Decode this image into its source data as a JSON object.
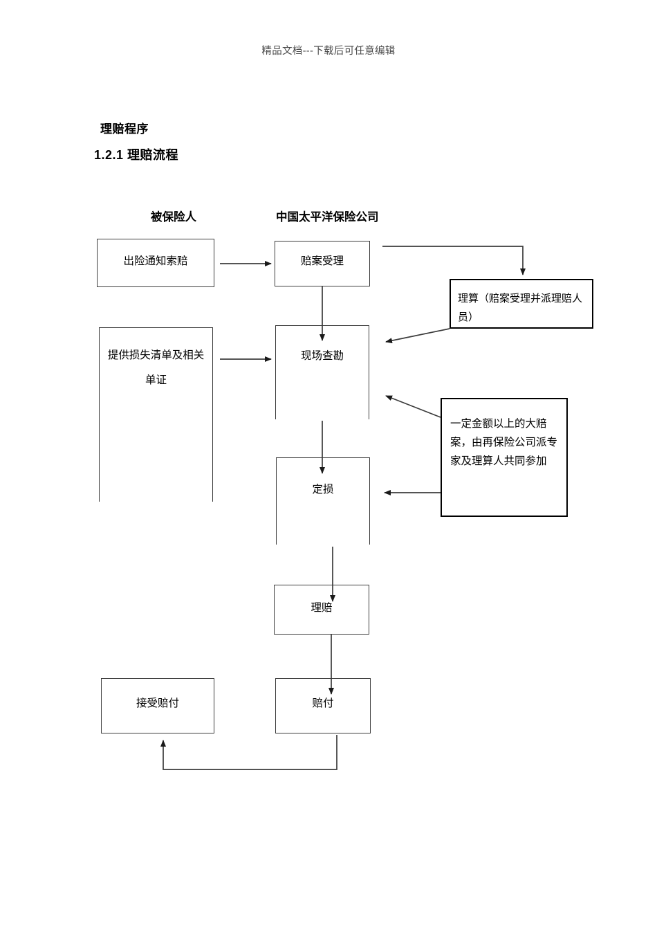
{
  "page": {
    "watermark": "精品文档---下载后可任意编辑",
    "title": "理赔程序",
    "subtitle": "1.2.1 理赔流程"
  },
  "columns": {
    "left_header": "被保险人",
    "right_header": "中国太平洋保险公司"
  },
  "flowchart": {
    "type": "diagram",
    "nodes": [
      {
        "id": "chuxian",
        "label": "出险通知索赔",
        "column": "left"
      },
      {
        "id": "shouli",
        "label": "赔案受理",
        "column": "right"
      },
      {
        "id": "lisuan",
        "label": "理算（赔案受理并派理赔人员）",
        "column": "note"
      },
      {
        "id": "tigong",
        "label": "提供损失清单及相关单证",
        "column": "left"
      },
      {
        "id": "chakan",
        "label": "现场查勘",
        "column": "right"
      },
      {
        "id": "dajian",
        "label": "一定金额以上的大赔案，由再保险公司派专家及理算人共同参加",
        "column": "note"
      },
      {
        "id": "dingsun",
        "label": "定损",
        "column": "right"
      },
      {
        "id": "lipei",
        "label": "理赔",
        "column": "right"
      },
      {
        "id": "jieshou",
        "label": "接受赔付",
        "column": "left"
      },
      {
        "id": "peifu",
        "label": "赔付",
        "column": "right"
      }
    ],
    "edges": [
      {
        "from": "chuxian",
        "to": "shouli",
        "style": "horizontal-arrow"
      },
      {
        "from": "shouli",
        "to": "lisuan",
        "style": "elbow-right-down-arrow"
      },
      {
        "from": "lisuan",
        "to": "chakan",
        "style": "diagonal-arrow"
      },
      {
        "from": "shouli",
        "to": "chakan",
        "style": "vertical-arrow"
      },
      {
        "from": "tigong",
        "to": "chakan",
        "style": "horizontal-arrow"
      },
      {
        "from": "dajian",
        "to": "chakan",
        "style": "diagonal-arrow"
      },
      {
        "from": "dajian",
        "to": "dingsun",
        "style": "horizontal-arrow"
      },
      {
        "from": "chakan",
        "to": "dingsun",
        "style": "vertical-arrow"
      },
      {
        "from": "dingsun",
        "to": "lipei",
        "style": "vertical-arrow"
      },
      {
        "from": "lipei",
        "to": "peifu",
        "style": "vertical-arrow"
      },
      {
        "from": "peifu",
        "to": "jieshou",
        "style": "u-turn-arrow"
      }
    ]
  },
  "colors": {
    "line": "#3b3b3b",
    "text": "#000000",
    "watermark": "#4a4a4a",
    "background": "#ffffff"
  }
}
